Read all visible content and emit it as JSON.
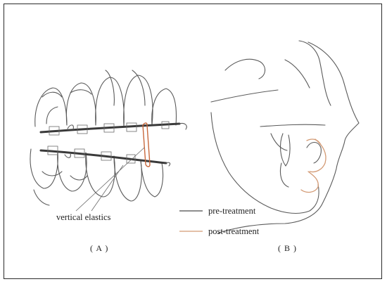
{
  "annotation": {
    "elastics_label": "vertical elastics"
  },
  "panels": [
    {
      "label": "( A )"
    },
    {
      "label": "( B )"
    }
  ],
  "legend": {
    "items": [
      {
        "label": "pre-treatment",
        "color": "#4a4a4a"
      },
      {
        "label": "post-treatment",
        "color": "#d39a74"
      }
    ]
  },
  "colors": {
    "frame": "#2a2a2a",
    "outline": "#5a5a5a",
    "archwire": "#3a3a3a",
    "elastic": "#c8683c"
  }
}
